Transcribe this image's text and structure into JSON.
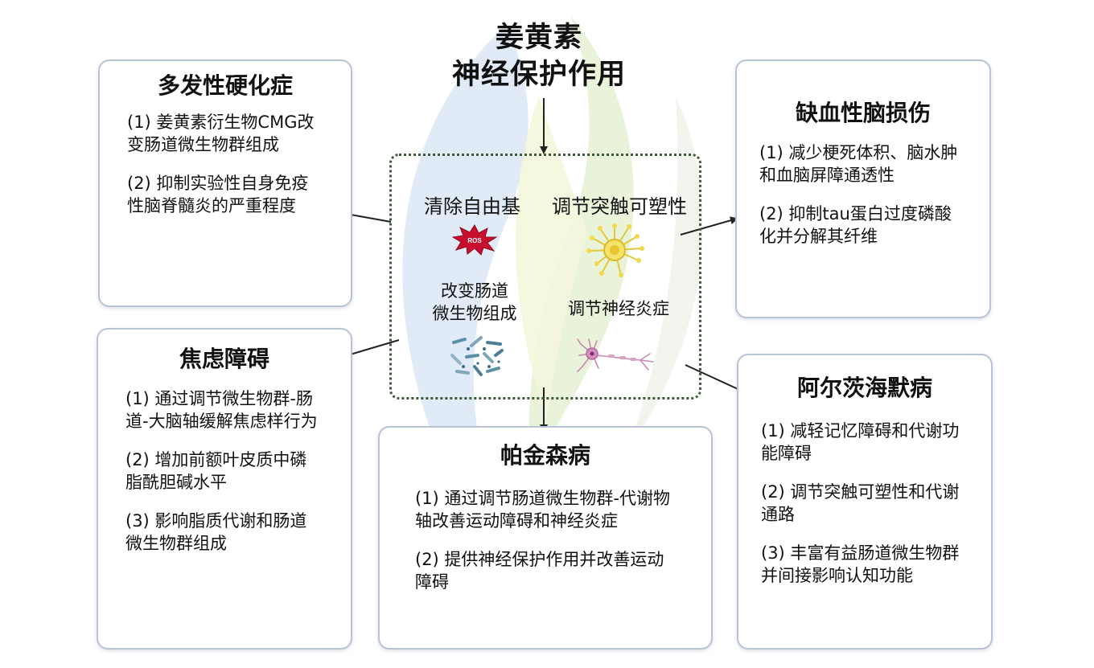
{
  "title": {
    "line1": "姜黄素",
    "line2": "神经保护作用"
  },
  "mechanisms": {
    "free_radical": "清除自由基",
    "ros_label": "ROS",
    "synaptic": "调节突触可塑性",
    "gut_line1": "改变肠道",
    "gut_line2": "微生物组成",
    "neuroinflammation": "调节神经炎症"
  },
  "boxes": {
    "ms": {
      "title": "多发性硬化症",
      "items": [
        " (1) 姜黄素衍生物CMG改变肠道微生物群组成",
        "(2) 抑制实验性自身免疫性脑脊髓炎的严重程度"
      ]
    },
    "anxiety": {
      "title": "焦虑障碍",
      "items": [
        "(1) 通过调节微生物群-肠道-大脑轴缓解焦虑样行为",
        "(2) 增加前额叶皮质中磷脂酰胆碱水平",
        "(3) 影响脂质代谢和肠道微生物群组成"
      ]
    },
    "parkinson": {
      "title": "帕金森病",
      "items": [
        "(1) 通过调节肠道微生物群-代谢物轴改善运动障碍和神经炎症",
        "(2) 提供神经保护作用并改善运动障碍"
      ]
    },
    "ischemic": {
      "title": "缺血性脑损伤",
      "items": [
        "(1) 减少梗死体积、脑水肿和血脑屏障通透性",
        "(2) 抑制tau蛋白过度磷酸化并分解其纤维"
      ]
    },
    "alzheimer": {
      "title": "阿尔茨海默病",
      "items": [
        "(1) 减轻记忆障碍和代谢功能障碍",
        "(2) 调节突触可塑性和代谢通路",
        "(3) 丰富有益肠道微生物群并间接影响认知功能"
      ]
    }
  }
}
